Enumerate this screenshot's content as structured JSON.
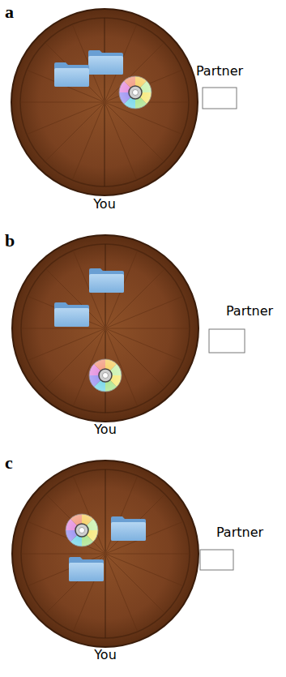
{
  "diagram": {
    "labels": [
      "a",
      "Partner",
      "You",
      "b",
      "Partner",
      "You",
      "c",
      "Partner",
      "You"
    ]
  }
}
